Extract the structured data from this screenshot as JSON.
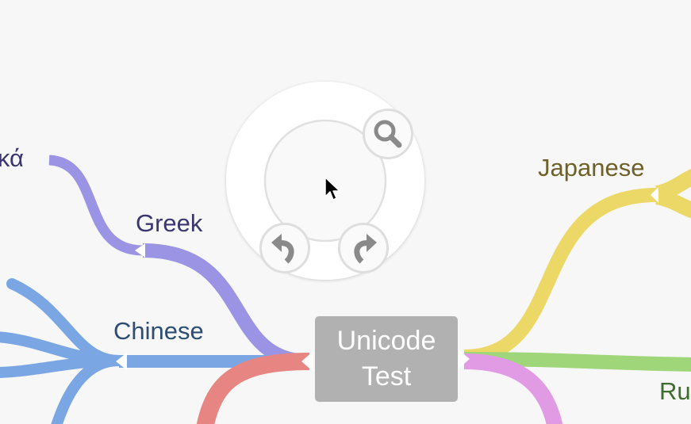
{
  "mindmap": {
    "root": {
      "label": "Unicode\nTest"
    },
    "branches": {
      "greek_native": "ικά",
      "greek": "Greek",
      "chinese": "Chinese",
      "japanese": "Japanese",
      "russian": "Ru"
    },
    "colors": {
      "purple": "#9b93e3",
      "blue": "#7aa6e4",
      "red": "#e78582",
      "yellow": "#ebd866",
      "green": "#9fd67a",
      "pink": "#e09be4",
      "root": "#b1b1b1"
    }
  },
  "radial_menu": {
    "zoom_icon": "magnifier-icon",
    "undo_icon": "undo-arrow-icon",
    "redo_icon": "redo-arrow-icon"
  },
  "cursor": "arrow-pointer-icon"
}
